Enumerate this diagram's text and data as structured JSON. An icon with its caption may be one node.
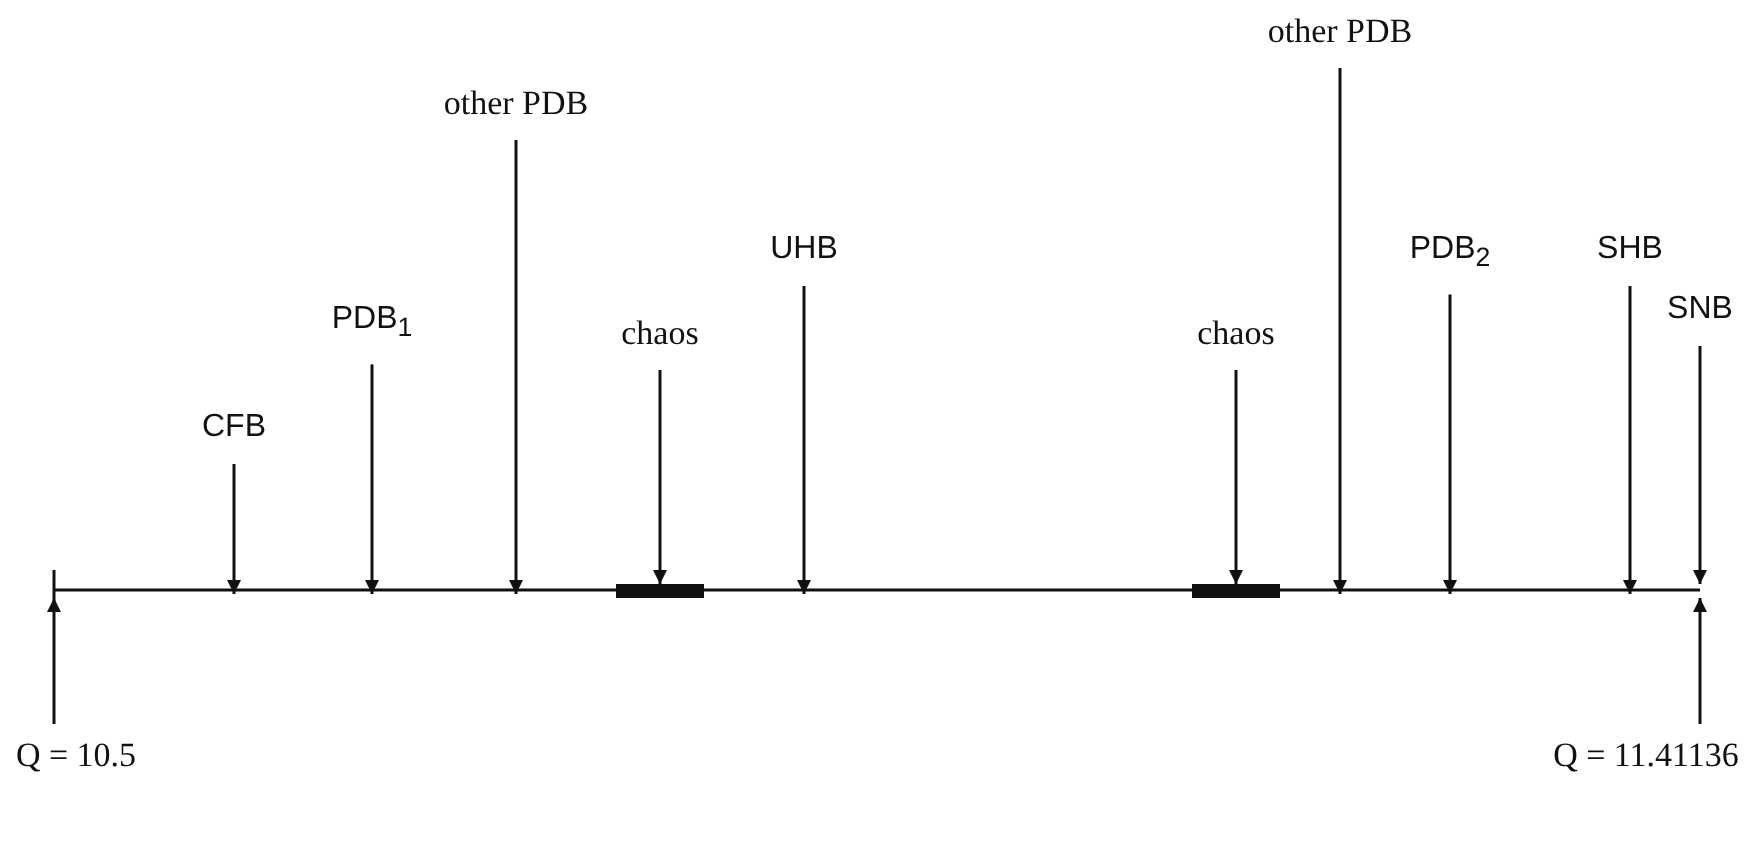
{
  "diagram": {
    "nodes": [
      {
        "text": [
          "CFB"
        ]
      },
      {
        "text": [
          "PDB$_{1}$"
        ]
      },
      {
        "text": [
          "other PDB"
        ]
      },
      {
        "text": [
          "chaos"
        ]
      },
      {
        "text": [],
        "shape": "bar"
      },
      {
        "text": [
          "UHB"
        ]
      },
      {
        "text": [
          "chaos"
        ]
      },
      {
        "text": [],
        "shape": "bar"
      },
      {
        "text": [
          "other PDB"
        ]
      },
      {
        "text": [
          "PDB$_{2}$"
        ]
      },
      {
        "text": [
          "SHB"
        ]
      },
      {
        "text": [
          "SNB"
        ]
      },
      {
        "text": [
          "Q = 10.5"
        ]
      },
      {
        "text": [
          "Q = 11.41136"
        ]
      }
    ],
    "edges": [
      {
        "from": 0,
        "to": null,
        "arrow": "to"
      },
      {
        "from": 1,
        "to": null,
        "arrow": "to"
      },
      {
        "from": 2,
        "to": null,
        "arrow": "to"
      },
      {
        "from": 3,
        "to": 4,
        "arrow": "to"
      },
      {
        "from": 5,
        "to": null,
        "arrow": "to"
      },
      {
        "from": 6,
        "to": 7,
        "arrow": "to"
      },
      {
        "from": 8,
        "to": null,
        "arrow": "to"
      },
      {
        "from": 9,
        "to": null,
        "arrow": "to"
      },
      {
        "from": 10,
        "to": null,
        "arrow": "to"
      },
      {
        "from": 11,
        "to": null,
        "arrow": "to"
      },
      {
        "from": 12,
        "to": null,
        "arrow": "to"
      },
      {
        "from": 13,
        "to": null,
        "arrow": "to"
      }
    ]
  }
}
